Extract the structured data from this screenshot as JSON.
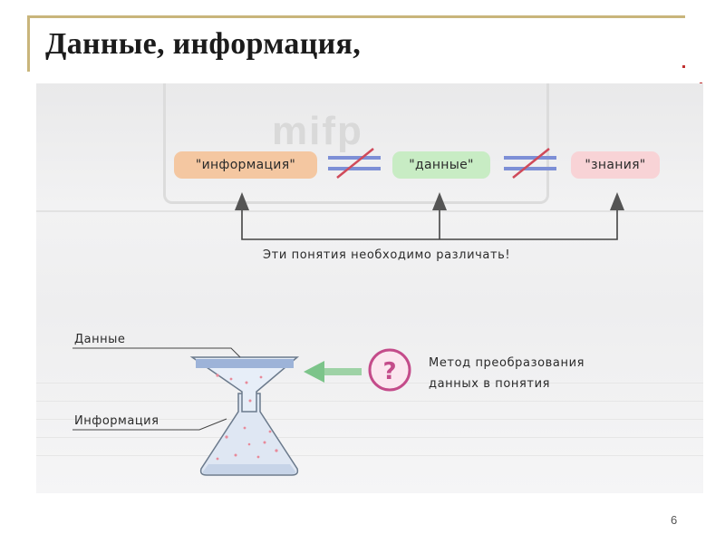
{
  "slide": {
    "title": "Данные, информация,",
    "page_number": "6"
  },
  "diagram": {
    "concepts": [
      {
        "label": "\"информация\"",
        "color": "#f4c7a1"
      },
      {
        "label": "\"данные\"",
        "color": "#c8ecc4"
      },
      {
        "label": "\"знания\"",
        "color": "#f8d3d6"
      }
    ],
    "caption": "Эти понятия необходимо различать!",
    "funnel_labels": {
      "data": "Данные",
      "information": "Информация"
    },
    "method": {
      "line1": "Метод преобразования",
      "line2": "данных в понятия",
      "icon": "question-icon"
    },
    "background_logo": "mifp"
  }
}
